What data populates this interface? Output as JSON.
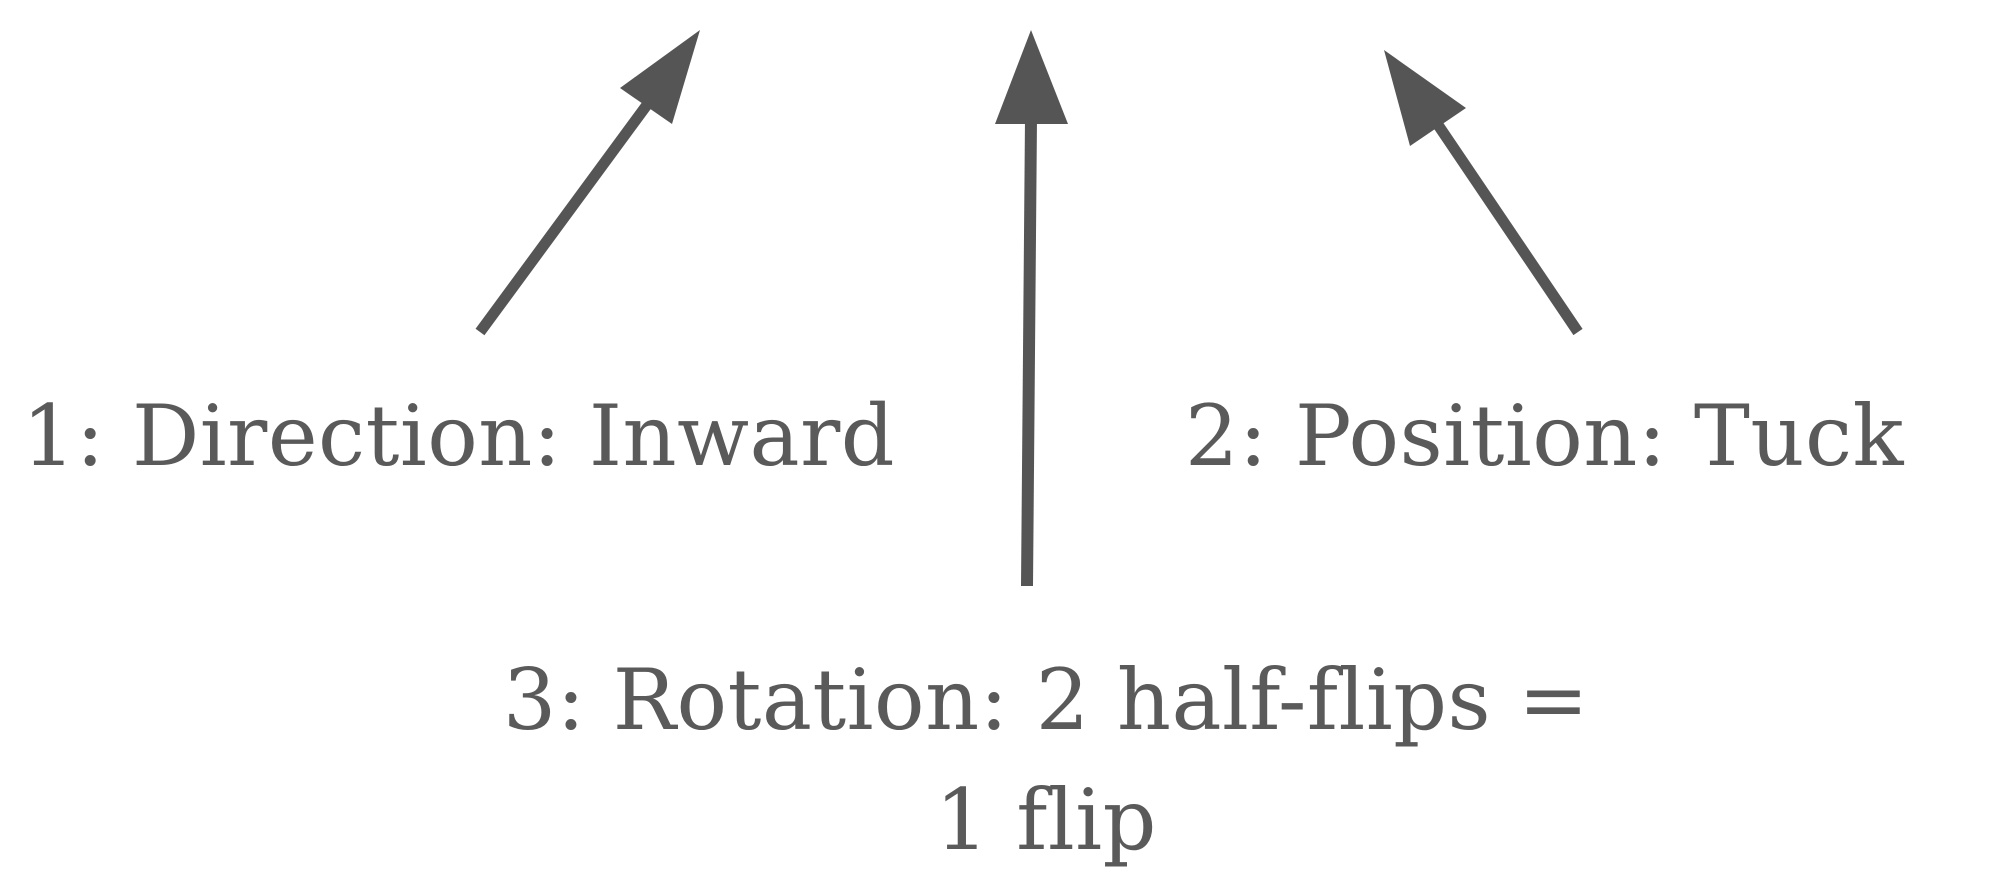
{
  "labels": {
    "direction": "1: Direction: Inward",
    "position": "2: Position: Tuck",
    "rotation_line1": "3: Rotation: 2 half-flips =",
    "rotation_line2": "1 flip"
  },
  "colors": {
    "text": "#5a5a5a",
    "arrow": "#555555",
    "background": "#ffffff"
  }
}
